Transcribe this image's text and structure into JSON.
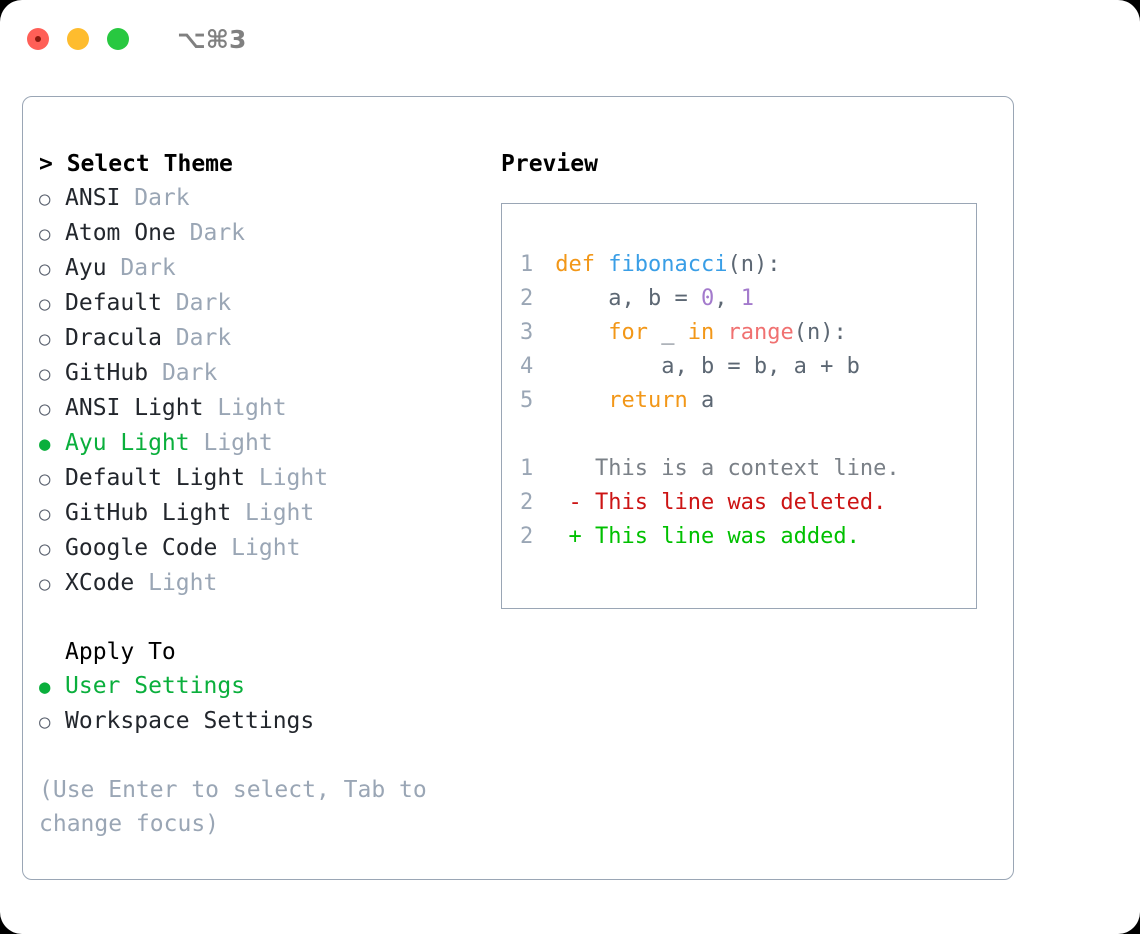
{
  "window": {
    "shortcut": "⌥⌘3",
    "traffic_lights": [
      "close-red",
      "minimize-yellow",
      "maximize-green"
    ]
  },
  "accent_colors": {
    "selected_green": "#0aaf3c",
    "muted_gray": "#9aa6b5",
    "text_dark": "#22262c",
    "border": "#9aa6b5",
    "kw_orange": "#f29718",
    "fn_blue": "#399ee6",
    "num_purple": "#a37acc",
    "builtin_red": "#f07171",
    "diff_del_red": "#cc1414",
    "diff_add_green": "#00c000"
  },
  "theme_picker": {
    "header": "> Select Theme",
    "bullet_unselected": "○",
    "bullet_selected": "●",
    "themes": [
      {
        "name": "ANSI",
        "variant": "Dark",
        "selected": false
      },
      {
        "name": "Atom One",
        "variant": "Dark",
        "selected": false
      },
      {
        "name": "Ayu",
        "variant": "Dark",
        "selected": false
      },
      {
        "name": "Default",
        "variant": "Dark",
        "selected": false
      },
      {
        "name": "Dracula",
        "variant": "Dark",
        "selected": false
      },
      {
        "name": "GitHub",
        "variant": "Dark",
        "selected": false
      },
      {
        "name": "ANSI Light",
        "variant": "Light",
        "selected": false
      },
      {
        "name": "Ayu Light",
        "variant": "Light",
        "selected": true
      },
      {
        "name": "Default Light",
        "variant": "Light",
        "selected": false
      },
      {
        "name": "GitHub Light",
        "variant": "Light",
        "selected": false
      },
      {
        "name": "Google Code",
        "variant": "Light",
        "selected": false
      },
      {
        "name": "XCode",
        "variant": "Light",
        "selected": false
      }
    ]
  },
  "apply_to": {
    "header": "Apply To",
    "options": [
      {
        "label": "User Settings",
        "selected": true
      },
      {
        "label": "Workspace Settings",
        "selected": false
      }
    ]
  },
  "hint": "(Use Enter to select, Tab to change focus)",
  "preview": {
    "title": "Preview",
    "code_lines": [
      {
        "lineno": "1",
        "tokens": [
          {
            "text": "def ",
            "type": "kw"
          },
          {
            "text": "fibonacci",
            "type": "fn"
          },
          {
            "text": "(n):",
            "type": "pun"
          }
        ]
      },
      {
        "lineno": "2",
        "tokens": [
          {
            "text": "    a, b = ",
            "type": "var"
          },
          {
            "text": "0",
            "type": "num"
          },
          {
            "text": ", ",
            "type": "var"
          },
          {
            "text": "1",
            "type": "num"
          }
        ]
      },
      {
        "lineno": "3",
        "tokens": [
          {
            "text": "    ",
            "type": "var"
          },
          {
            "text": "for",
            "type": "kw"
          },
          {
            "text": " _ ",
            "type": "var"
          },
          {
            "text": "in",
            "type": "kw"
          },
          {
            "text": " ",
            "type": "var"
          },
          {
            "text": "range",
            "type": "bi"
          },
          {
            "text": "(n):",
            "type": "pun"
          }
        ]
      },
      {
        "lineno": "4",
        "tokens": [
          {
            "text": "        a, b = b, a + b",
            "type": "var"
          }
        ]
      },
      {
        "lineno": "5",
        "tokens": [
          {
            "text": "    ",
            "type": "var"
          },
          {
            "text": "return",
            "type": "kw"
          },
          {
            "text": " a",
            "type": "var"
          }
        ]
      }
    ],
    "diff_lines": [
      {
        "lineno": "1",
        "marker": " ",
        "text": "  This is a context line.",
        "type": "ctx"
      },
      {
        "lineno": "2",
        "marker": "-",
        "text": "- This line was deleted.",
        "type": "del"
      },
      {
        "lineno": "2",
        "marker": "+",
        "text": "+ This line was added.",
        "type": "add"
      }
    ]
  }
}
